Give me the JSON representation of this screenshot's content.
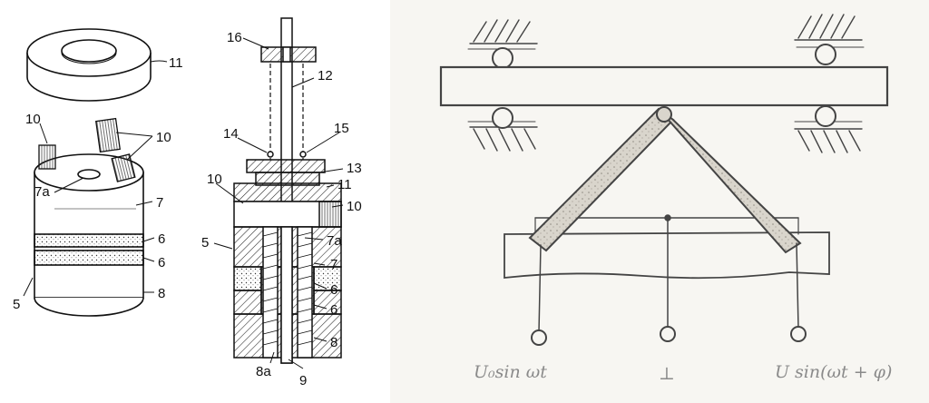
{
  "patent_figure": {
    "labels": {
      "l11a": "11",
      "l10a": "10",
      "l10b": "10",
      "l7a_left": "7a",
      "l7_left": "7",
      "l6a_left": "6",
      "l6b_left": "6",
      "l5_left": "5",
      "l8_left": "8",
      "l16": "16",
      "l12": "12",
      "l14": "14",
      "l15": "15",
      "l13": "13",
      "l11b": "11",
      "l10c": "10",
      "l10d": "10",
      "l5_right": "5",
      "l7a_right": "7a",
      "l7_right": "7",
      "l6a_right": "6",
      "l6b_right": "6",
      "l8_right": "8",
      "l8a": "8a",
      "l9": "9"
    }
  },
  "sketch_figure": {
    "left_terminal_label": "U₀sin ωt",
    "center_terminal_label": "⊥",
    "right_terminal_label": "U sin(ωt + φ)"
  }
}
